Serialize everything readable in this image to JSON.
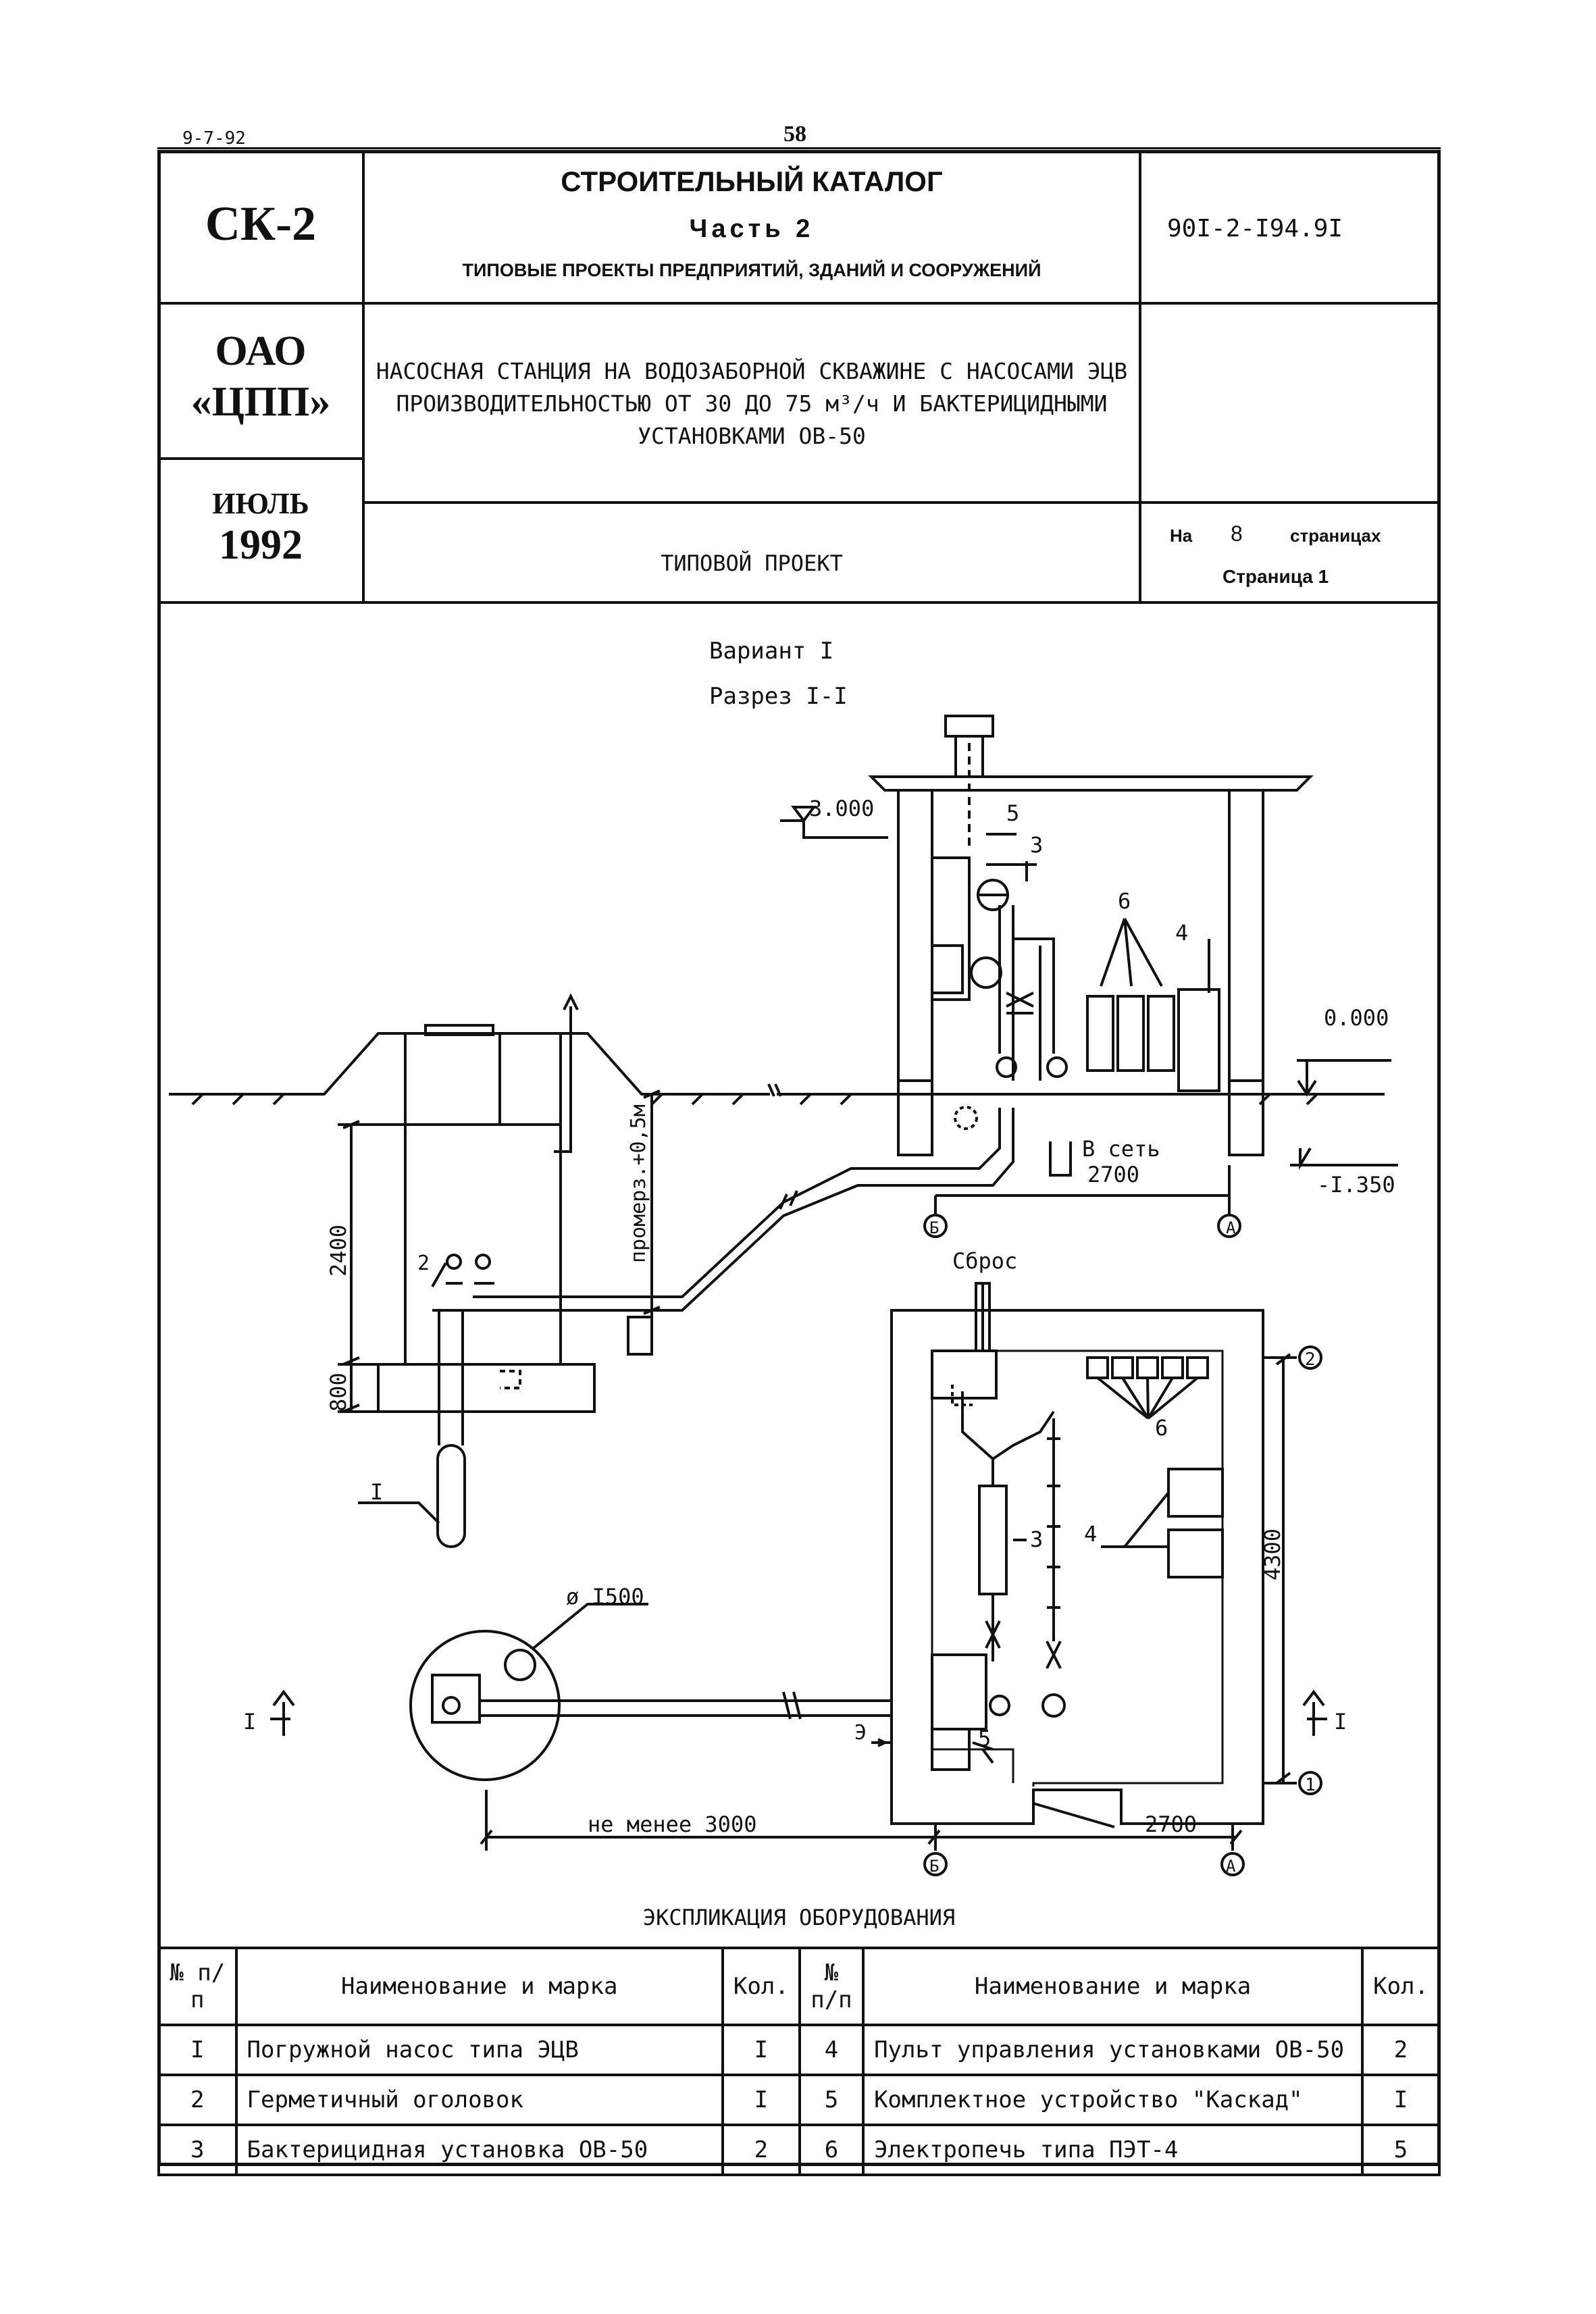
{
  "top": {
    "date_code": "9-7-92",
    "page_number": "58"
  },
  "header": {
    "series": "СК-2",
    "catalog_title": "СТРОИТЕЛЬНЫЙ КАТАЛОГ",
    "catalog_part": "Часть 2",
    "catalog_subtitle": "ТИПОВЫЕ ПРОЕКТЫ ПРЕДПРИЯТИЙ, ЗДАНИЙ И СООРУЖЕНИЙ",
    "project_code": "90I-2-I94.9I",
    "org_line1": "ОАО",
    "org_line2": "«ЦПП»",
    "description_line1": "НАСОСНАЯ СТАНЦИЯ НА ВОДОЗАБОРНОЙ СКВАЖИНЕ С НАСОСАМИ ЭЦВ",
    "description_line2": "ПРОИЗВОДИТЕЛЬНОСТЬЮ ОТ 30 ДО 75 м³/ч  И  БАКТЕРИЦИДНЫМИ",
    "description_line3": "УСТАНОВКАМИ ОВ-50",
    "month": "ИЮЛЬ",
    "year": "1992",
    "doc_type": "ТИПОВОЙ ПРОЕКТ",
    "pages_prefix": "На",
    "pages_count": "8",
    "pages_suffix": "страницах",
    "page_label": "Страница 1"
  },
  "drawing": {
    "variant": "Вариант I",
    "section_title": "Разрез I-I",
    "elev_top": "3.000",
    "elev_ground": "0.000",
    "elev_bottom": "-I.350",
    "to_network_line1": "В сеть",
    "dim_2700_section": "2700",
    "dim_2400": "2400",
    "dim_800": "800",
    "frost_label": "промерз.+0,5м",
    "discharge_label": "Сброс",
    "diameter_label": "ø I500",
    "min_distance_label": "не менее 3000",
    "dim_2700_plan": "2700",
    "dim_4300": "4300",
    "axis_a": "А",
    "axis_b": "Б",
    "axis_1": "1",
    "axis_2": "2",
    "cut_mark": "I",
    "e_label": "Э",
    "callouts": [
      "I",
      "2",
      "3",
      "4",
      "5",
      "6"
    ]
  },
  "explication": {
    "title": "ЭКСПЛИКАЦИЯ ОБОРУДОВАНИЯ",
    "headers": {
      "num": "№ п/п",
      "name": "Наименование и марка",
      "qty": "Кол."
    },
    "rows": [
      {
        "num_left": "I",
        "name_left": "Погружной насос типа ЭЦВ",
        "qty_left": "I",
        "num_right": "4",
        "name_right": "Пульт управления установками ОВ-50",
        "qty_right": "2"
      },
      {
        "num_left": "2",
        "name_left": "Герметичный оголовок",
        "qty_left": "I",
        "num_right": "5",
        "name_right": "Комплектное устройство \"Каскад\"",
        "qty_right": "I"
      },
      {
        "num_left": "3",
        "name_left": "Бактерицидная установка ОВ-50",
        "qty_left": "2",
        "num_right": "6",
        "name_right": "Электропечь типа ПЭТ-4",
        "qty_right": "5"
      }
    ]
  }
}
